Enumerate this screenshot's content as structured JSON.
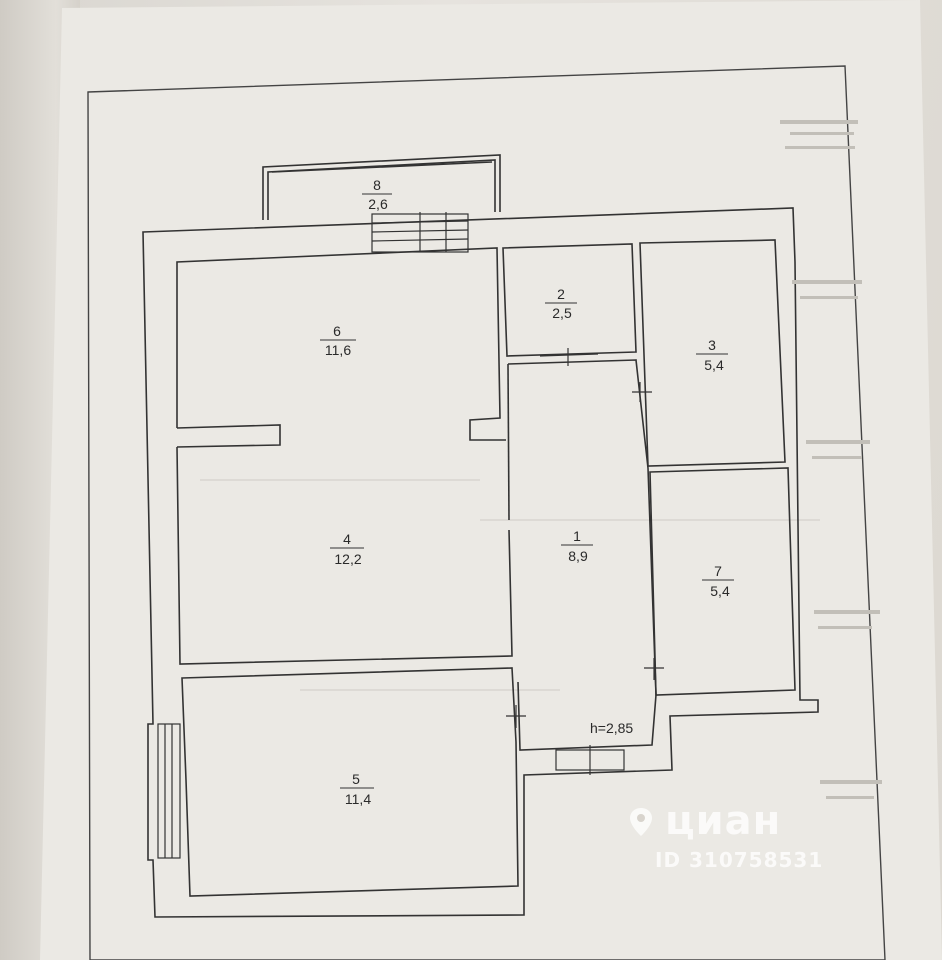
{
  "rooms": [
    {
      "number": "1",
      "area": "8,9"
    },
    {
      "number": "2",
      "area": "2,5"
    },
    {
      "number": "3",
      "area": "5,4"
    },
    {
      "number": "4",
      "area": "12,2"
    },
    {
      "number": "5",
      "area": "11,4"
    },
    {
      "number": "6",
      "area": "11,6"
    },
    {
      "number": "7",
      "area": "5,4"
    },
    {
      "number": "8",
      "area": "2,6"
    }
  ],
  "ceiling_height": "h=2,85",
  "watermark": {
    "brand": "циан",
    "listing_id": "ID 310758531"
  },
  "colors": {
    "line": "#333333",
    "paper": "#ebe9e4",
    "watermark": "#ffffff"
  }
}
